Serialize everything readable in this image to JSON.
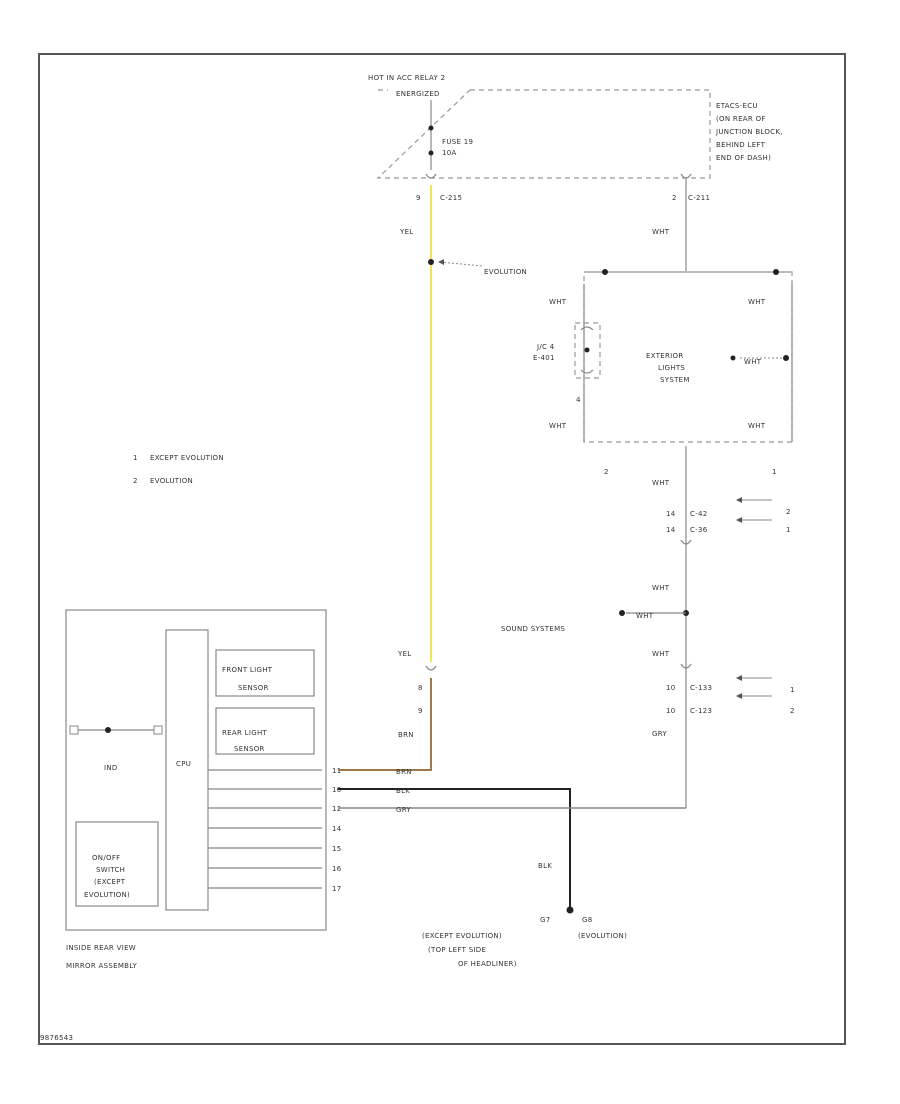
{
  "relay_header": [
    "HOT IN ACC RELAY 2",
    "ENERGIZED"
  ],
  "fuse": [
    "FUSE 19",
    "10A"
  ],
  "etacs_note": [
    "ETACS-ECU",
    "(ON REAR OF",
    "JUNCTION BLOCK,",
    "BEHIND LEFT",
    "END OF DASH)"
  ],
  "connectors": {
    "c215_pin": "9",
    "c215": "C-215",
    "c211_pin": "2",
    "c211": "C-211",
    "c42_pin": "14",
    "c42": "C-42",
    "c36_pin": "14",
    "c36": "C-36",
    "c133_pin": "10",
    "c133": "C-133",
    "c123_pin": "10",
    "c123": "C-123",
    "pin_8": "8",
    "pin_9": "9",
    "jc4_name": "J/C 4",
    "jc4_num": "E-401"
  },
  "colors": {
    "yel": "YEL",
    "wht": "WHT",
    "brn": "BRN",
    "blk": "BLK",
    "gry": "GRY",
    "yellow_wire": "#f2e45a",
    "brown_wire": "#9c7a45",
    "black_wire": "#222222",
    "gray_wire": "#888888"
  },
  "evolution_tag": "EVOLUTION",
  "exterior_lights": [
    "EXTERIOR",
    "LIGHTS",
    "SYSTEM"
  ],
  "sound_systems": "SOUND SYSTEMS",
  "legend": [
    {
      "num": "1",
      "text": "EXCEPT EVOLUTION"
    },
    {
      "num": "2",
      "text": "EVOLUTION"
    }
  ],
  "variant_marks": {
    "v1": "1",
    "v2": "2",
    "v4": "4"
  },
  "mirror": {
    "front_sensor": [
      "FRONT LIGHT",
      "SENSOR"
    ],
    "rear_sensor": [
      "REAR LIGHT",
      "SENSOR"
    ],
    "ind": "IND",
    "cpu": "CPU",
    "pins": [
      "11",
      "10",
      "12",
      "14",
      "15",
      "16",
      "17"
    ],
    "on_off_switch": [
      "ON/OFF",
      "SWITCH",
      "(EXCEPT",
      "EVOLUTION)"
    ],
    "label": [
      "INSIDE REAR VIEW",
      "MIRROR ASSEMBLY"
    ]
  },
  "ground": {
    "g07": "G7",
    "g07_desc": [
      "(EXCEPT EVOLUTION)",
      "(TOP LEFT SIDE",
      "OF HEADLINER)"
    ],
    "g08": "G8",
    "g08_desc": "(EVOLUTION)"
  },
  "footer_id": "9876543"
}
